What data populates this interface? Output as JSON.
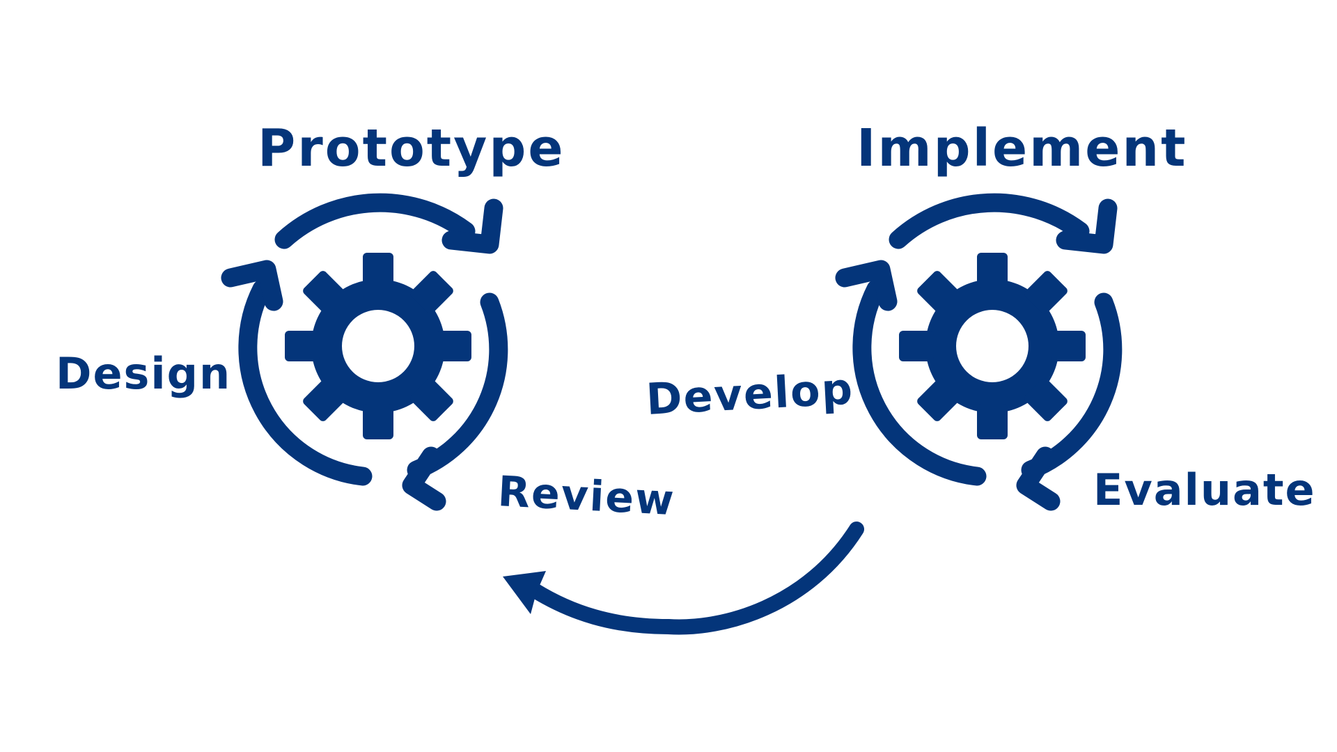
{
  "theme": {
    "accent": "#04357a",
    "background": "#ffffff"
  },
  "labels": {
    "prototype": "Prototype",
    "design": "Design",
    "review": "Review",
    "implement": "Implement",
    "develop": "Develop",
    "evaluate": "Evaluate"
  },
  "icons": {
    "left_cycle": "gear-cycle-icon",
    "right_cycle": "gear-cycle-icon",
    "connector": "curved-arrow-icon"
  }
}
